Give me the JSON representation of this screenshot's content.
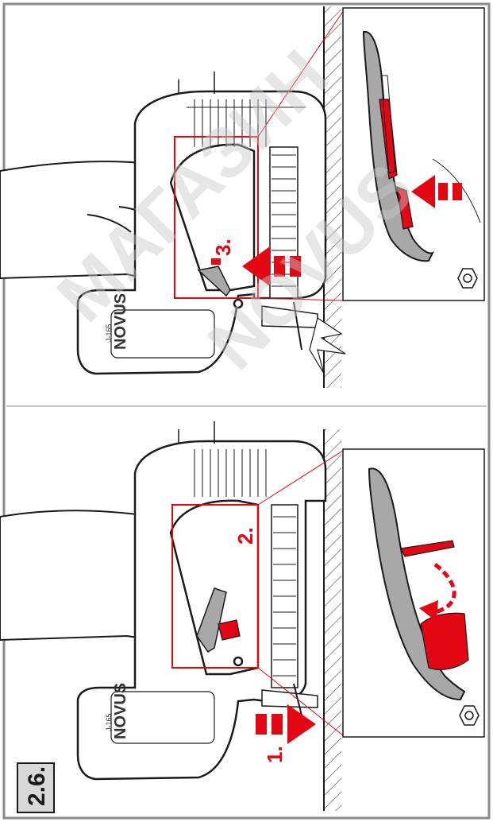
{
  "badge": {
    "label": "2.6."
  },
  "steps": {
    "step1": "1.",
    "step2": "2.",
    "step3": "3."
  },
  "tool": {
    "brand": "NOVUS",
    "model": "J-165"
  },
  "watermark": {
    "line1": "МАГАЗИН",
    "line2": "NOVUS"
  },
  "colors": {
    "accent": "#e30613",
    "line": "#1a1a1a",
    "frame": "#8a8a8a",
    "lever_gray": "#a8a8a8",
    "hatch": "#444444"
  }
}
